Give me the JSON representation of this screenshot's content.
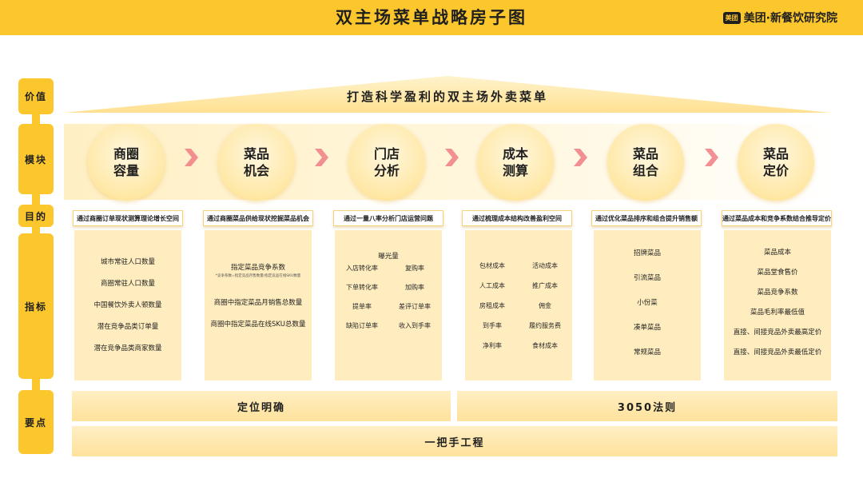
{
  "header": {
    "title": "双主场菜单战略房子图",
    "brand_logo": "美团",
    "brand_text": "美团·新餐饮研究院"
  },
  "labels": {
    "value": "价值",
    "module": "模块",
    "goal": "目的",
    "indicator": "指标",
    "keypoint": "要点"
  },
  "roof": {
    "text": "打造科学盈利的双主场外卖菜单"
  },
  "modules": [
    {
      "line1": "商圈",
      "line2": "容量"
    },
    {
      "line1": "菜品",
      "line2": "机会"
    },
    {
      "line1": "门店",
      "line2": "分析"
    },
    {
      "line1": "成本",
      "line2": "测算"
    },
    {
      "line1": "菜品",
      "line2": "组合"
    },
    {
      "line1": "菜品",
      "line2": "定价"
    }
  ],
  "goals": [
    "通过商圈订单现状测算理论增长空间",
    "通过商圈菜品供给现状挖掘菜品机会",
    "通过一量八率分析门店运营问题",
    "通过梳理成本结构改善盈利空间",
    "通过优化菜品排序和组合提升销售额",
    "通过菜品成本和竞争系数结合推导定价"
  ],
  "indicators": {
    "col1": [
      "城市常驻人口数量",
      "商圈常驻人口数量",
      "中国餐饮外卖人顿数量",
      "潜在竞争品类订单量",
      "潜在竞争品类商家数量"
    ],
    "col2": {
      "title": "指定菜品竞争系数",
      "note": "*竞争系数=指定竞品月售数量/指定竞品在线SKU数量",
      "items": [
        "商圈中指定菜品月销售总数量",
        "商圈中指定菜品在线SKU总数量"
      ]
    },
    "col3": {
      "top": "曝光量",
      "pairs": [
        "入店转化率",
        "复购率",
        "下单转化率",
        "加购率",
        "提单率",
        "差评订单率",
        "缺陷订单率",
        "收入到手率"
      ]
    },
    "col4": {
      "pairs": [
        "包材成本",
        "活动成本",
        "人工成本",
        "推广成本",
        "房租成本",
        "佣金",
        "到手率",
        "履约服务费",
        "净利率",
        "食材成本"
      ]
    },
    "col5": [
      "招牌菜品",
      "引流菜品",
      "小份菜",
      "凑单菜品",
      "常规菜品"
    ],
    "col6": [
      "菜品成本",
      "菜品堂食售价",
      "菜品竞争系数",
      "菜品毛利率最低值",
      "直接、间接竞品外卖最高定价",
      "直接、间接竞品外卖最低定价"
    ]
  },
  "keypoints": {
    "left": "定位明确",
    "right": "3050法则",
    "bottom": "一把手工程"
  },
  "colors": {
    "accent": "#FCC72C",
    "panel": "#FFEDBF",
    "arrow": "#F07C84"
  }
}
